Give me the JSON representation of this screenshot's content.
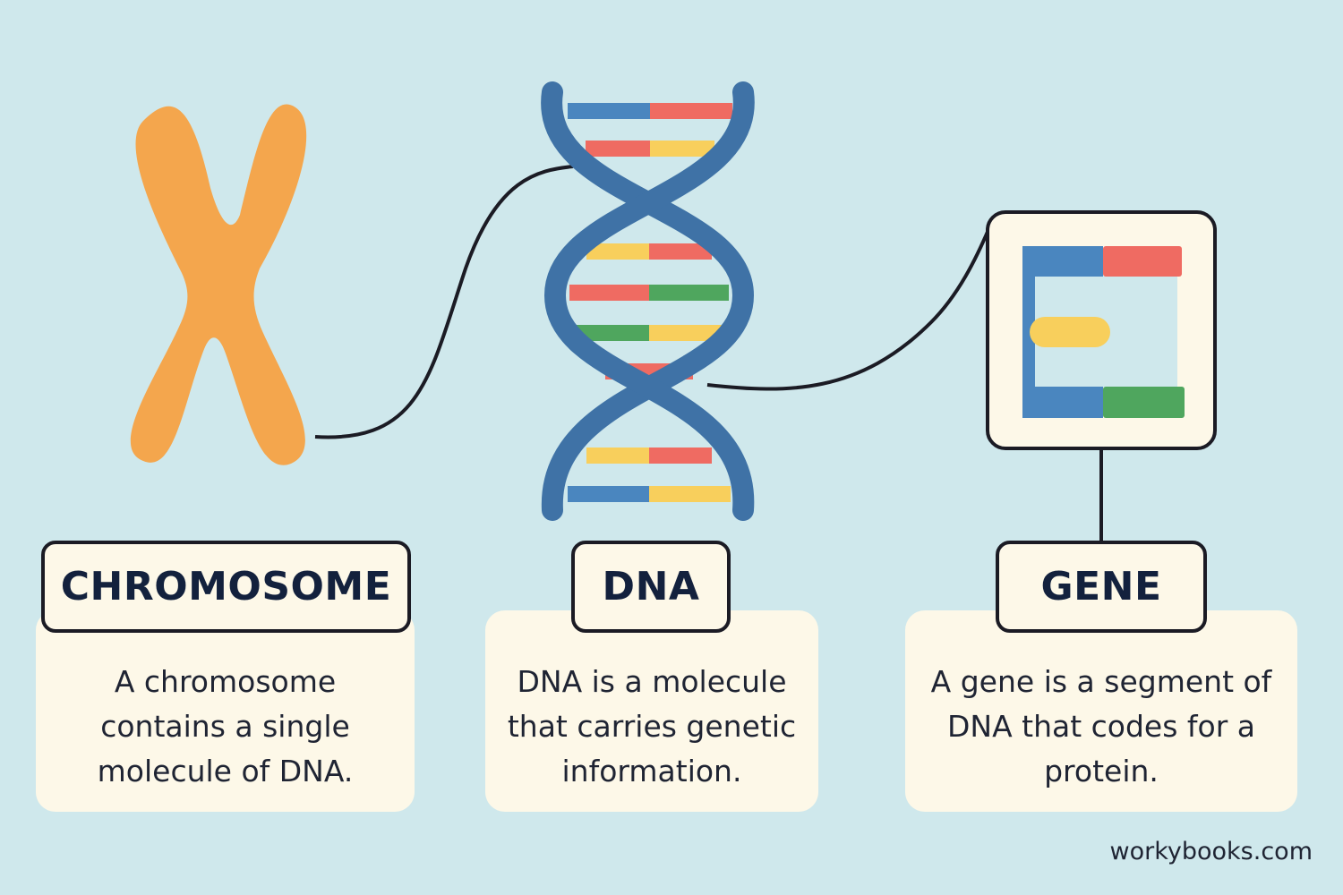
{
  "chromosome": {
    "label": "CHROMOSOME",
    "description": "A chromosome contains a single molecule of DNA."
  },
  "dna": {
    "label": "DNA",
    "description": "DNA is a molecule that carries genetic information."
  },
  "gene": {
    "label": "GENE",
    "description": "A gene is a segment of DNA that codes for a protein."
  },
  "footer": "workybooks.com",
  "colors": {
    "background": "#cfe8ec",
    "chromosome": "#f4a64d",
    "dna_strand": "#3f72a6",
    "red": "#ef6b62",
    "yellow": "#f8cf5c",
    "green": "#4fa65e",
    "blue": "#4a86bf",
    "box_fill": "#fdf8e8",
    "outline": "#1b1b24"
  }
}
